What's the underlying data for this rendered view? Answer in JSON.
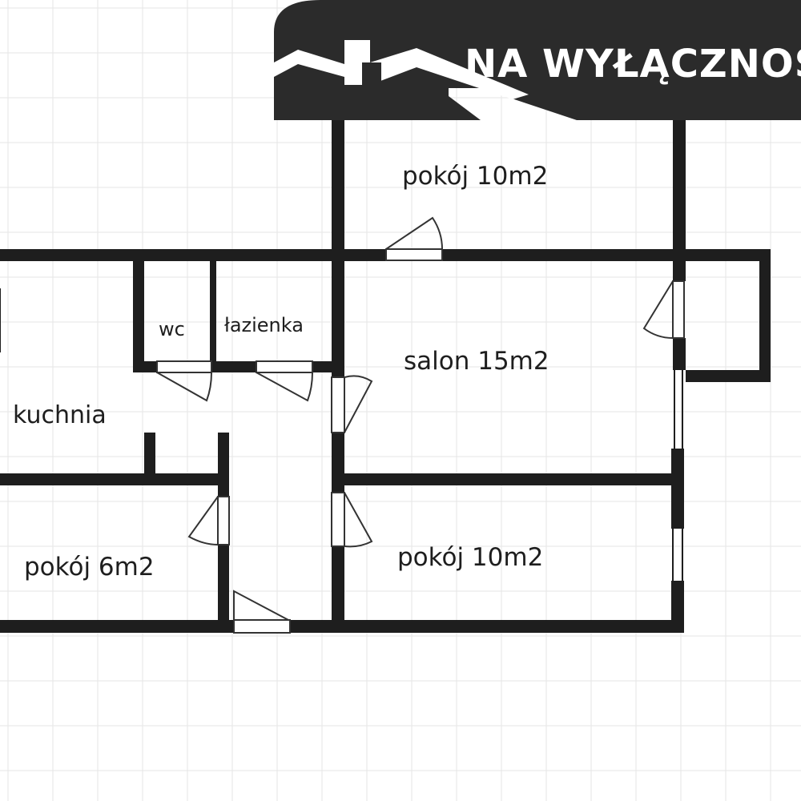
{
  "banner": {
    "text": "NA WYŁĄCZNOŚĆ"
  },
  "rooms": {
    "pokoj_top": "pokój 10m2",
    "wc": "wc",
    "lazienka": "łazienka",
    "salon": "salon 15m2",
    "kuchnia": "kuchnia",
    "pokoj_small": "pokój 6m2",
    "pokoj_bottom": "pokój 10m2"
  },
  "colors": {
    "wall": "#1e1e1e",
    "grid": "#e6e6e6",
    "banner": "#2b2b2b",
    "door": "#333333"
  }
}
